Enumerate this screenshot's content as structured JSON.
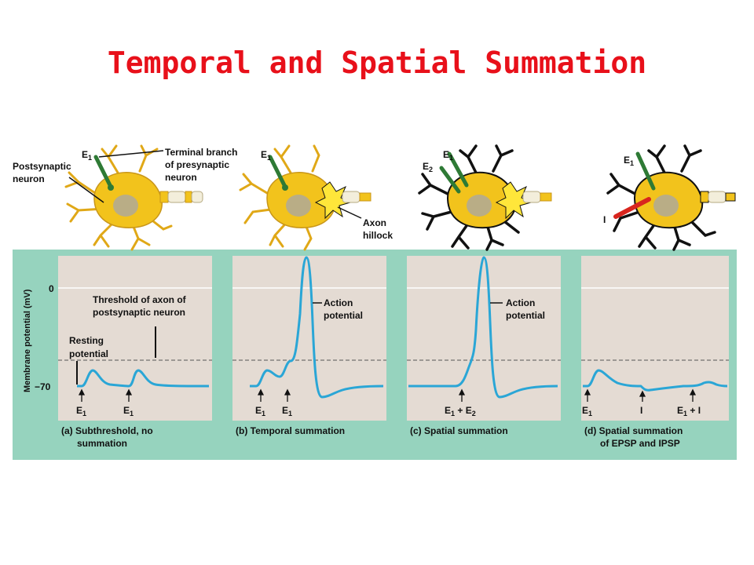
{
  "title": "Temporal and Spatial Summation",
  "colors": {
    "title": "#e8101a",
    "neuron": "#f2c31c",
    "neuron_outline": "#c8961a",
    "nucleus": "#b9ad86",
    "excitatory_terminal": "#2e7a35",
    "inhibitory_terminal": "#d8251e",
    "panel_background": "#e4dbd3",
    "frame": "#96d3be",
    "trace": "#2aa6d6"
  },
  "axis": {
    "ylabel": "Membrane potential (mV)",
    "ytick_0": "0",
    "ytick_70": "−70"
  },
  "drawing_labels": {
    "e1_a": "E",
    "e1_a_sub": "1",
    "terminal_1": "Terminal branch",
    "terminal_2": "of presynaptic",
    "terminal_3": "neuron",
    "post_1": "Postsynaptic",
    "post_2": "neuron",
    "e1_b": "E",
    "e1_b_sub": "1",
    "hillock_1": "Axon",
    "hillock_2": "hillock",
    "e1_c": "E",
    "e1_c_sub": "1",
    "e2_c": "E",
    "e2_c_sub": "2",
    "e1_d": "E",
    "e1_d_sub": "1",
    "i_d": "I"
  },
  "annotations": {
    "threshold_1": "Threshold of axon of",
    "threshold_2": "postsynaptic neuron",
    "resting_1": "Resting",
    "resting_2": "potential",
    "ap_b_1": "Action",
    "ap_b_2": "potential",
    "ap_c_1": "Action",
    "ap_c_2": "potential"
  },
  "stimulus_labels": {
    "a1": "E",
    "a1_sub": "1",
    "a2": "E",
    "a2_sub": "1",
    "b1": "E",
    "b1_sub": "1",
    "b2": "E",
    "b2_sub": "1",
    "c1a": "E",
    "c1a_sub": "1",
    "c1plus": " + E",
    "c1b_sub": "2",
    "d1": "E",
    "d1_sub": "1",
    "d2": "I",
    "d3a": "E",
    "d3a_sub": "1",
    "d3plus": " + I"
  },
  "captions": {
    "a_1": "(a) Subthreshold, no",
    "a_2": "summation",
    "b_1": "(b) Temporal summation",
    "c_1": "(c) Spatial summation",
    "d_1": "(d) Spatial summation",
    "d_2": "of EPSP and IPSP"
  }
}
